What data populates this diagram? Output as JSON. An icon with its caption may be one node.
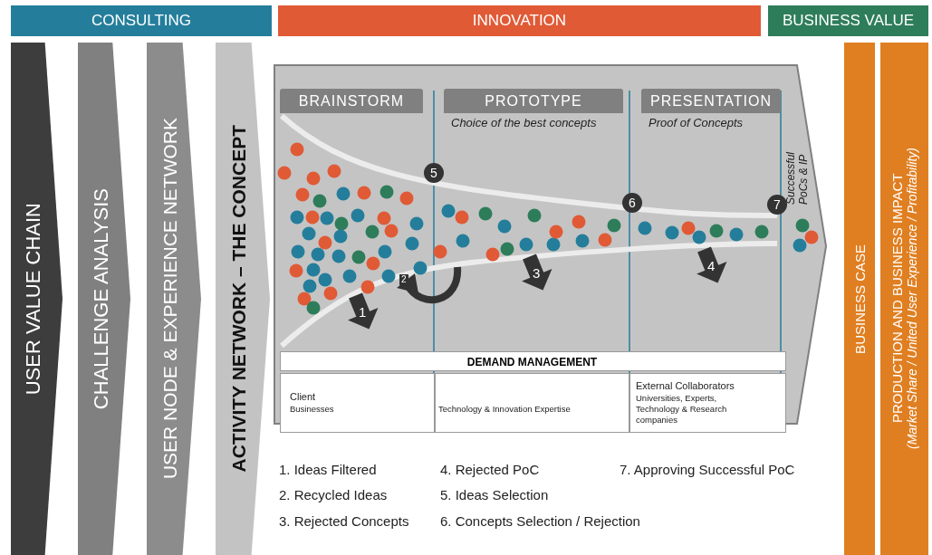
{
  "diagram": {
    "nodes": [
      {
        "text": [
          "CONSULTING"
        ]
      },
      {
        "text": [
          "INNOVATION"
        ]
      },
      {
        "text": [
          "BUSINESS VALUE"
        ]
      },
      {
        "text": [
          "USER VALUE CHAIN"
        ]
      },
      {
        "text": [
          "CHALLENGE ANALYSIS"
        ]
      },
      {
        "text": [
          "USER NODE & EXPERIENCE NETWORK"
        ]
      },
      {
        "text": [
          "ACTIVITY NETWORK – THE CONCEPT"
        ]
      },
      {
        "text": [
          "BRAINSTORM"
        ]
      },
      {
        "text": [
          "PROTOTYPE"
        ],
        "beside": [
          "Choice of the best concepts"
        ]
      },
      {
        "text": [
          "PRESENTATION"
        ],
        "beside": [
          "Proof of Concepts"
        ]
      },
      {
        "text": [
          "5"
        ]
      },
      {
        "text": [
          "6"
        ]
      },
      {
        "text": [
          "7"
        ]
      },
      {
        "text": [
          "BUSINESS CASE"
        ]
      },
      {
        "text": [
          "PRODUCTION AND BUSINESS IMPACT",
          "(Market Share / United User Experience / Profitability)"
        ]
      }
    ],
    "labels": [
      "Successful PoCs & IP",
      "1",
      "2",
      "3",
      "4",
      "DEMAND MANAGEMENT",
      "Client",
      "Businesses",
      "Technology & Innovation Expertise",
      "External Collaborators",
      "Universities, Experts, Technology & Research companies",
      "1. Ideas Filtered",
      "4. Rejected PoC",
      "7. Approving Successful PoC",
      "2. Recycled Ideas",
      "5. Ideas Selection",
      "3. Rejected Concepts",
      "6. Concepts Selection / Rejection"
    ]
  }
}
